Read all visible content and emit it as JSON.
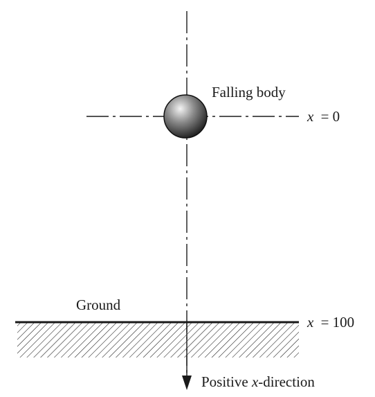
{
  "labels": {
    "body": "Falling body",
    "ground": "Ground",
    "top_prefix": "x",
    "top_value": "= 0",
    "bottom_prefix": "x",
    "bottom_value": "= 100",
    "direction_prefix": "Positive ",
    "direction_var": "x",
    "direction_suffix": "-direction"
  },
  "colors": {
    "line": "#1a1a1a",
    "ball_highlight": "#f4f4f4",
    "ball_mid": "#8a8a8a",
    "ball_dark": "#1c1c1c"
  }
}
